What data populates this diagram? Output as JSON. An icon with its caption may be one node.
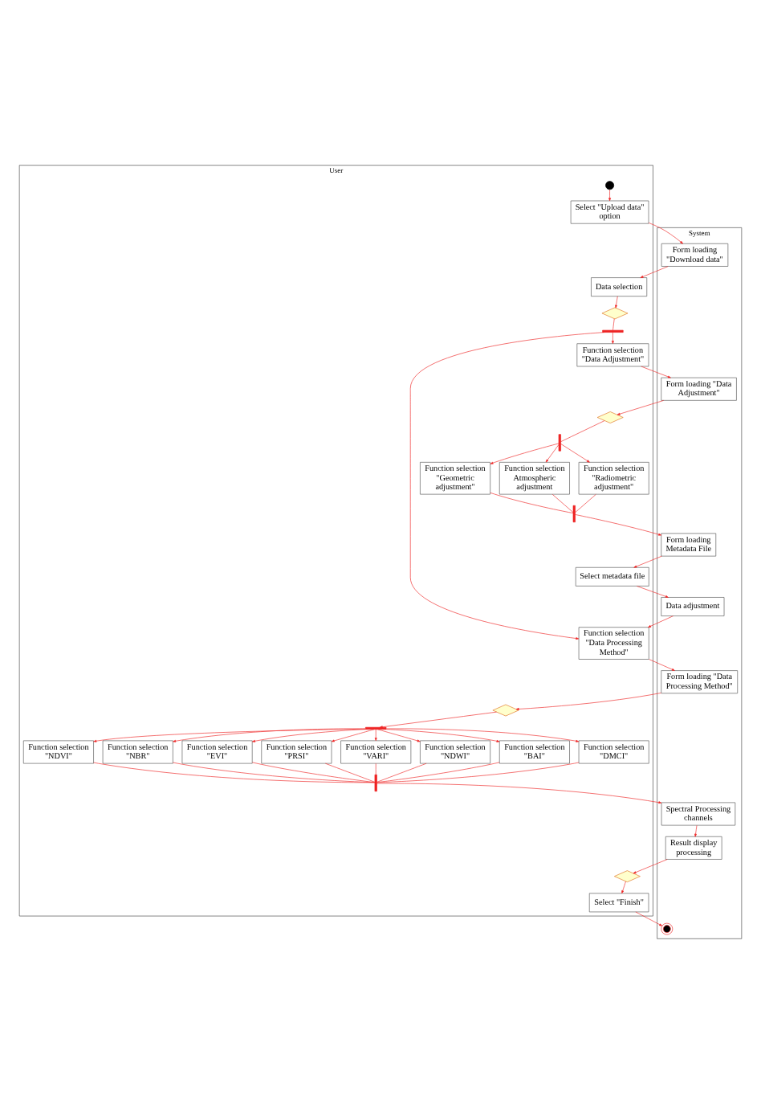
{
  "diagram": {
    "nodes": [
      {
        "text": [
          "User"
        ]
      },
      {
        "text": [
          "System"
        ]
      },
      {
        "text": [],
        "shape": "circle",
        "in": 0
      },
      {
        "text": [
          "Select \"Upload data\" option"
        ],
        "in": 0
      },
      {
        "text": [
          "Form loading \"Download data\""
        ],
        "in": 1
      },
      {
        "text": [
          "Data selection"
        ],
        "in": 0
      },
      {
        "text": [],
        "shape": "diamond",
        "in": 0
      },
      {
        "text": [],
        "shape": "bar",
        "in": 0
      },
      {
        "text": [
          "Function selection \"Data Adjustment\""
        ],
        "in": 0
      },
      {
        "text": [
          "Form loading \"Data Adjustment\""
        ],
        "in": 1
      },
      {
        "text": [],
        "shape": "diamond",
        "in": 0
      },
      {
        "text": [],
        "shape": "bar",
        "in": 0
      },
      {
        "text": [
          "Function selection \"Radiometric adjustment\""
        ],
        "in": 0
      },
      {
        "text": [
          "Function selection \"Geometric adjustment\""
        ],
        "in": 0
      },
      {
        "text": [
          "Function selection Atmospheric adjustment"
        ],
        "in": 0
      },
      {
        "text": [],
        "shape": "bar",
        "in": 0
      },
      {
        "text": [
          "Form loading Metadata File"
        ],
        "in": 1
      },
      {
        "text": [
          "Select metadata file"
        ],
        "in": 0
      },
      {
        "text": [
          "Data adjustment"
        ],
        "in": 1
      },
      {
        "text": [
          "Function selection \"Data Processing Method\""
        ],
        "in": 0
      },
      {
        "text": [
          "Form loading \"Data Processing Method\""
        ],
        "in": 1
      },
      {
        "text": [],
        "shape": "diamond",
        "in": 0
      },
      {
        "text": [],
        "shape": "bar",
        "in": 0
      },
      {
        "text": [
          "Function selection \"NDVI\""
        ],
        "in": 0
      },
      {
        "text": [
          "Function selection \"NBR\""
        ],
        "in": 0
      },
      {
        "text": [
          "Function selection \"EVI\""
        ],
        "in": 0
      },
      {
        "text": [
          "Function selection \"PRSI\""
        ],
        "in": 0
      },
      {
        "text": [
          "Function selection \"VARI\""
        ],
        "in": 0
      },
      {
        "text": [
          "Function selection \"NDWI\""
        ],
        "in": 0
      },
      {
        "text": [
          "Function selection \"BAI\""
        ],
        "in": 0
      },
      {
        "text": [
          "Function selection \"DMCI\""
        ],
        "in": 0
      },
      {
        "text": [],
        "shape": "bar",
        "in": 0
      },
      {
        "text": [
          "Spectral Processing channels"
        ],
        "in": 1
      },
      {
        "text": [
          "Result display processing"
        ],
        "in": 1
      },
      {
        "text": [],
        "shape": "diamond",
        "in": 0
      },
      {
        "text": [
          "Select \"Finish\""
        ],
        "in": 0
      },
      {
        "text": [],
        "shape": "circle",
        "in": 1
      }
    ],
    "edges": [
      {
        "from": 2,
        "to": 3,
        "arrow": "to"
      },
      {
        "from": 3,
        "to": 4,
        "arrow": "to"
      },
      {
        "from": 4,
        "to": 5,
        "arrow": "to"
      },
      {
        "from": 5,
        "to": 6,
        "arrow": "to"
      },
      {
        "from": 6,
        "to": 7,
        "arrow": "none"
      },
      {
        "from": 7,
        "to": 8,
        "arrow": "to"
      },
      {
        "from": 7,
        "to": 19,
        "arrow": "to"
      },
      {
        "from": 8,
        "to": 9,
        "arrow": "to"
      },
      {
        "from": 9,
        "to": 10,
        "arrow": "to"
      },
      {
        "from": 10,
        "to": 11,
        "arrow": "none"
      },
      {
        "from": 11,
        "to": 12,
        "arrow": "to"
      },
      {
        "from": 11,
        "to": 13,
        "arrow": "to"
      },
      {
        "from": 11,
        "to": 14,
        "arrow": "to"
      },
      {
        "from": 12,
        "to": 15,
        "arrow": "none"
      },
      {
        "from": 13,
        "to": 15,
        "arrow": "none"
      },
      {
        "from": 14,
        "to": 15,
        "arrow": "none"
      },
      {
        "from": 15,
        "to": 16,
        "arrow": "to"
      },
      {
        "from": 16,
        "to": 17,
        "arrow": "to"
      },
      {
        "from": 17,
        "to": 18,
        "arrow": "to"
      },
      {
        "from": 18,
        "to": 19,
        "arrow": "to"
      },
      {
        "from": 19,
        "to": 20,
        "arrow": "to"
      },
      {
        "from": 20,
        "to": 21,
        "arrow": "to"
      },
      {
        "from": 21,
        "to": 22,
        "arrow": "to"
      },
      {
        "from": 22,
        "to": 23,
        "arrow": "to"
      },
      {
        "from": 22,
        "to": 24,
        "arrow": "to"
      },
      {
        "from": 22,
        "to": 25,
        "arrow": "to"
      },
      {
        "from": 22,
        "to": 26,
        "arrow": "to"
      },
      {
        "from": 22,
        "to": 27,
        "arrow": "to"
      },
      {
        "from": 22,
        "to": 28,
        "arrow": "to"
      },
      {
        "from": 22,
        "to": 29,
        "arrow": "to"
      },
      {
        "from": 22,
        "to": 30,
        "arrow": "to"
      },
      {
        "from": 23,
        "to": 31,
        "arrow": "none"
      },
      {
        "from": 24,
        "to": 31,
        "arrow": "none"
      },
      {
        "from": 25,
        "to": 31,
        "arrow": "none"
      },
      {
        "from": 26,
        "to": 31,
        "arrow": "none"
      },
      {
        "from": 27,
        "to": 31,
        "arrow": "none"
      },
      {
        "from": 28,
        "to": 31,
        "arrow": "none"
      },
      {
        "from": 29,
        "to": 31,
        "arrow": "none"
      },
      {
        "from": 30,
        "to": 31,
        "arrow": "none"
      },
      {
        "from": 31,
        "to": 32,
        "arrow": "to"
      },
      {
        "from": 32,
        "to": 33,
        "arrow": "to"
      },
      {
        "from": 33,
        "to": 34,
        "arrow": "to"
      },
      {
        "from": 34,
        "to": 35,
        "arrow": "to"
      },
      {
        "from": 35,
        "to": 36,
        "arrow": "to"
      }
    ]
  }
}
